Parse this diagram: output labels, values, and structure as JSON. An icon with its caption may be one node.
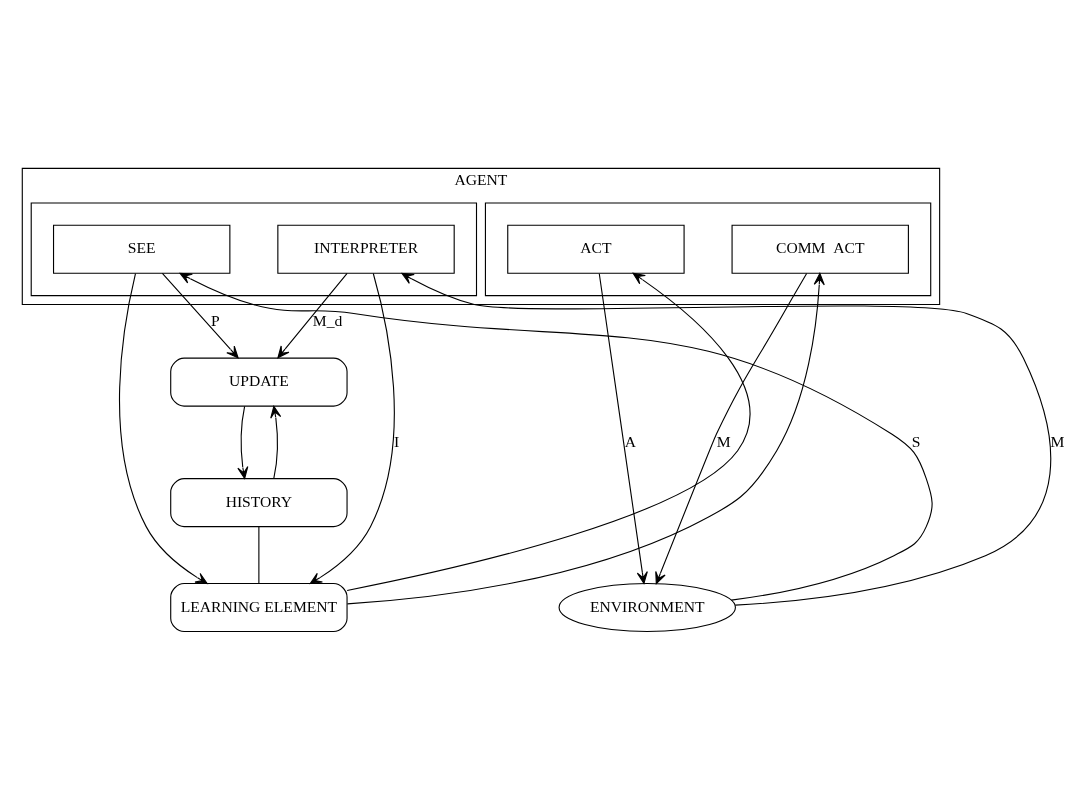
{
  "diagram": {
    "nodes": [
      {
        "text": [
          "AGENT"
        ]
      },
      {
        "text": [],
        "shape": "box",
        "in": 0
      },
      {
        "text": [
          "SEE"
        ],
        "in": 1
      },
      {
        "text": [
          "INTERPRETER"
        ],
        "in": 1
      },
      {
        "text": [],
        "shape": "box",
        "in": 0
      },
      {
        "text": [
          "ACT"
        ],
        "in": 4
      },
      {
        "text": [
          "COMM  ACT"
        ],
        "in": 4
      },
      {
        "text": [
          "UPDATE"
        ]
      },
      {
        "text": [
          "HISTORY"
        ]
      },
      {
        "text": [
          "LEARNING ELEMENT"
        ]
      },
      {
        "text": [
          "ENVIRONMENT"
        ]
      }
    ],
    "edges": [
      {
        "from": 10,
        "to": 2,
        "arrow": "to",
        "label": "S"
      },
      {
        "from": 10,
        "to": 3,
        "arrow": "to",
        "label": "M"
      },
      {
        "from": 2,
        "to": 7,
        "arrow": "to",
        "label": "P"
      },
      {
        "from": 2,
        "to": 9,
        "arrow": "to"
      },
      {
        "from": 3,
        "to": 7,
        "arrow": "to",
        "label": "M_d"
      },
      {
        "from": 3,
        "to": 9,
        "arrow": "to",
        "label": "I"
      },
      {
        "from": 9,
        "to": 5,
        "arrow": "to"
      },
      {
        "from": 9,
        "to": 6,
        "arrow": "to"
      },
      {
        "from": 7,
        "to": 8,
        "arrow": "to"
      },
      {
        "from": 8,
        "to": 7,
        "arrow": "to"
      },
      {
        "from": 8,
        "to": 9,
        "arrow": "none"
      },
      {
        "from": 5,
        "to": 10,
        "arrow": "to",
        "label": "A"
      },
      {
        "from": 6,
        "to": 10,
        "arrow": "to",
        "label": "M"
      }
    ]
  }
}
